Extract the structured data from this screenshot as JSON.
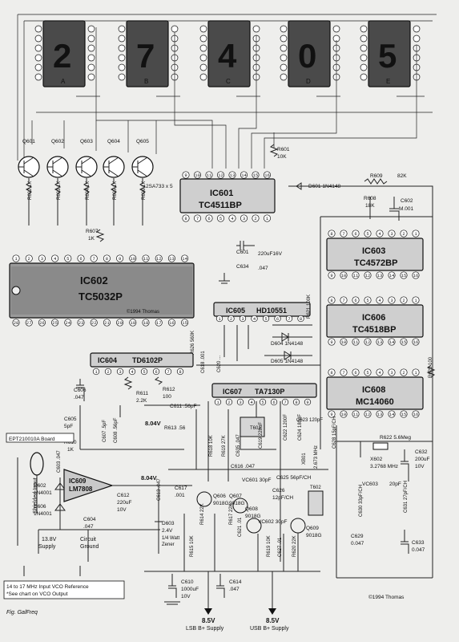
{
  "displays": [
    {
      "digit": "2",
      "letter": "A"
    },
    {
      "digit": "7",
      "letter": "B"
    },
    {
      "digit": "4",
      "letter": "C"
    },
    {
      "digit": "0",
      "letter": "D"
    },
    {
      "digit": "5",
      "letter": "E"
    }
  ],
  "transistors_top": [
    "Q601",
    "Q602",
    "Q603",
    "Q604",
    "Q605"
  ],
  "transistor_note": "2SA733 x 5",
  "top_resistors": [
    "R602 1K",
    "R603 1K",
    "R604 1K",
    "R605 1K",
    "R606 1K"
  ],
  "ics": {
    "ic601": {
      "ref": "IC601",
      "part": "TC4511BP"
    },
    "ic602": {
      "ref": "IC602",
      "part": "TC5032P",
      "copyright": "©1994 Thomas"
    },
    "ic603": {
      "ref": "IC603",
      "part": "TC4572BP"
    },
    "ic604": {
      "ref": "IC604",
      "part": "TD6102P"
    },
    "ic605": {
      "ref": "IC605",
      "part": "HD10551"
    },
    "ic606": {
      "ref": "IC606",
      "part": "TC4518BP"
    },
    "ic607": {
      "ref": "IC607",
      "part": "TA7130P"
    },
    "ic608": {
      "ref": "IC608",
      "part": "MC14060"
    },
    "ic609": {
      "ref": "IC609",
      "part": "LM7808"
    }
  },
  "labels": {
    "r601": "R601",
    "r601v": "10K",
    "d601": "D601 1N4148",
    "r609": "R609",
    "r609v": "82K",
    "r608": "R608",
    "r608v": "18K",
    "c602": "C602",
    "c602v": "M.001",
    "r607": "R607",
    "r607v": "1K",
    "c601": "C601",
    "c601v": "220uF16V",
    "c634": "C634",
    "c634v": ".047",
    "r626": "R626 560K",
    "c620": "C620 ...",
    "d604": "D604 1N4148",
    "d605": "D605 1N4148",
    "r621": "R621 100K",
    "r623": "R623 100",
    "c606": "C606",
    "c606v": ".047",
    "r611": "R611",
    "r611v": "2.2K",
    "r612": "R612",
    "r612v": "100",
    "c618": "C618 .001",
    "c611": "C611 .56pF",
    "r613": "R613 .56",
    "v804": "8.04V",
    "c605": "C605",
    "c605v": "5pF",
    "r610": "R610",
    "r610v": "1K",
    "c607": "C607 .5pF",
    "c608": "C608 .56pF",
    "eptboard": "EPT210010A Board",
    "c603": "C603 .047",
    "shielded": "Shielded Input",
    "d602": "D602",
    "d602v": "1N4001",
    "d606": "D606",
    "d606v": "1N4001",
    "c604": "C604",
    "c604v": ".047",
    "c612": "C612",
    "c612v": "220uF",
    "c612v2": "10V",
    "c613": "C613 .047",
    "v804b": "8.04V",
    "d603": "D603",
    "d603v": "2.4V",
    "d603v2": "1/4 Watt",
    "d603v3": "Zener",
    "supply": "13.8V",
    "supply2": "Supply",
    "ground": "Circuit",
    "ground2": "Ground",
    "note1": "14 to 17 MHz Input VCO Reference",
    "note2": "*See chart on VCO Output",
    "figcaption": "Fig. GalFreq",
    "r618": "R618 10K",
    "r619": "R619 27K",
    "c635": "C635 .047",
    "c619": "C619 220uF",
    "t601": "T601",
    "c622": "C622 1200F",
    "c624": "C624 180pF",
    "c623": "C623 120pF",
    "xb01": "XB01",
    "xtal1": "2.673 MHz",
    "c628": "C628 15pF/CH",
    "c616": "C616 .047",
    "q606": "Q606",
    "q606v": "9018G",
    "q607": "Q607",
    "q607v": "9018G",
    "q608": "Q608",
    "q608v": "9018G",
    "q609": "Q609",
    "q609v": "9018G",
    "c617": "C617",
    "c617v": ".001",
    "vc601": "VC601 30pF",
    "c625": "C625 56pF/CH",
    "c626": "C626",
    "c626v": "12pF/CH",
    "t602": "T602",
    "r614": "R614 22K",
    "r617": "R617 22K",
    "vc602": "VC602 30pF",
    "c621": "C621 .01",
    "r615": "R615 10K",
    "r619b": "R619 10K",
    "c627": "C627 .01",
    "r620": "R620 22K",
    "c610": "C610",
    "c610v": "1000uF",
    "c610v2": "10V",
    "c614": "C614",
    "c614v": ".047",
    "lsb1": "8.5V",
    "lsb1b": "LSB B+ Supply",
    "lsb2": "8.5V",
    "lsb2b": "USB B+ Supply",
    "r622": "R622 5.6Meg",
    "x602": "X602",
    "x602v": "3.2768 MHz",
    "vc603": "VC603",
    "vc603v": "20pF",
    "c630": "C630 33pF/CH",
    "c631": "C631 27pF/CH",
    "c629": "C629",
    "c629v": "0.047",
    "c632": "C632",
    "c632v": "200uF",
    "c632v2": "10V",
    "c633": "C633",
    "c633v": "0.047",
    "copyright": "©1994 Thomas"
  },
  "colors": {
    "paper": "#eeeeec",
    "ink": "#222222",
    "chip": "#cfcfcf"
  }
}
